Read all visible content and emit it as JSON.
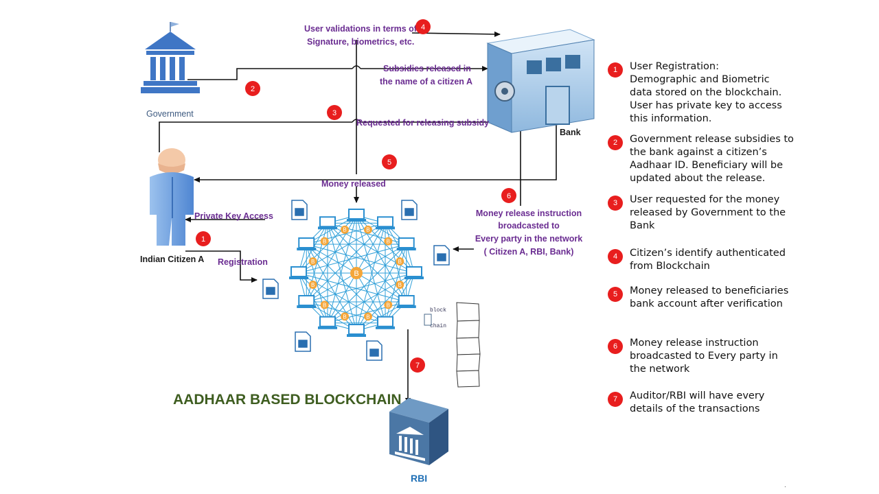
{
  "labels": {
    "government": "Government",
    "bank": "Bank",
    "citizen": "Indian Citizen A",
    "rbi": "RBI",
    "title": "AADHAAR BASED BLOCKCHAIN",
    "validation_line1": "User validations in terms of",
    "validation_line2": "Signature, biometrics, etc.",
    "subsidies_line1": "Subsidies released in",
    "subsidies_line2": "the name  of a citizen A",
    "requested": "Requested for releasing subsidy",
    "money_released": "Money released",
    "private_key": "Private Key Access",
    "registration": "Registration",
    "broadcast_line1": "Money release instruction",
    "broadcast_line2": "broadcasted to",
    "broadcast_line3": "Every party in the network",
    "broadcast_line4": "( Citizen A, RBI, Bank)",
    "block": "block",
    "chain": "chain"
  },
  "badges": [
    "1",
    "2",
    "3",
    "4",
    "5",
    "6",
    "7"
  ],
  "legend": [
    {
      "num": "1",
      "text": "User Registration:\nDemographic and Biometric data stored on the blockchain. User has private key to access this information."
    },
    {
      "num": "2",
      "text": "Government release subsidies to the bank against a citizen’s Aadhaar ID. Beneficiary will be updated about the release."
    },
    {
      "num": "3",
      "text": "User requested for the money released by Government to the Bank"
    },
    {
      "num": "4",
      "text": "Citizen’s identify authenticated from Blockchain"
    },
    {
      "num": "5",
      "text": "Money released to beneficiaries bank account after verification"
    },
    {
      "num": "6",
      "text": "Money release instruction broadcasted to Every party in the network"
    },
    {
      "num": "7",
      "text": "Auditor/RBI will have every details of the transactions"
    }
  ],
  "network_nodes": {
    "bitcoin_symbol": "B",
    "bitcoin_count": 12
  },
  "colors": {
    "badge": "#e81e1e",
    "purple_label": "#6a2c91",
    "title_green": "#3e5d20",
    "rbi_blue": "#1f6fb5",
    "network_line": "#2f9fd8",
    "bitcoin": "#f4a63a",
    "government_blue": "#3f76c5"
  }
}
